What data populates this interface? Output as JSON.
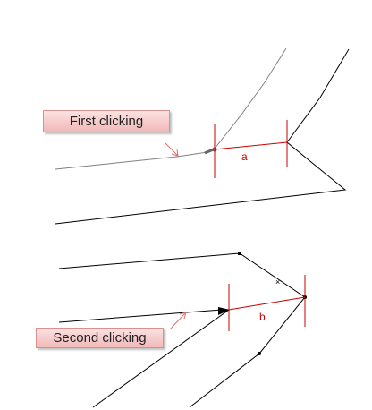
{
  "callouts": {
    "first": "First clicking",
    "second": "Second clicking"
  },
  "dimensions": {
    "a": "a",
    "b": "b"
  },
  "colors": {
    "line": "#000000",
    "grey_line": "#808080",
    "dimension": "#cc0000",
    "arrow": "#e07070"
  }
}
